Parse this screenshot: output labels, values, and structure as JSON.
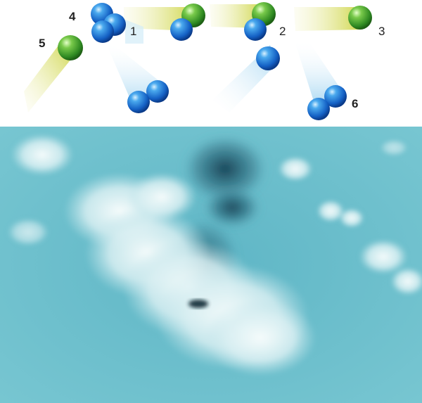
{
  "diagram": {
    "labels": {
      "step1": "1",
      "step2": "2",
      "step3": "3",
      "step4": "4",
      "step5": "5",
      "step6": "6"
    },
    "colors": {
      "blue_particle": "#1f7fdc",
      "green_particle": "#4aa82e",
      "yellow_trail": "#e0e47a",
      "blue_trail": "#bfe3f5"
    }
  },
  "photo": {
    "colors": {
      "sea": "#6fc2cf",
      "cloud": "#e9f6f6",
      "shadow": "#1c4f63"
    }
  }
}
